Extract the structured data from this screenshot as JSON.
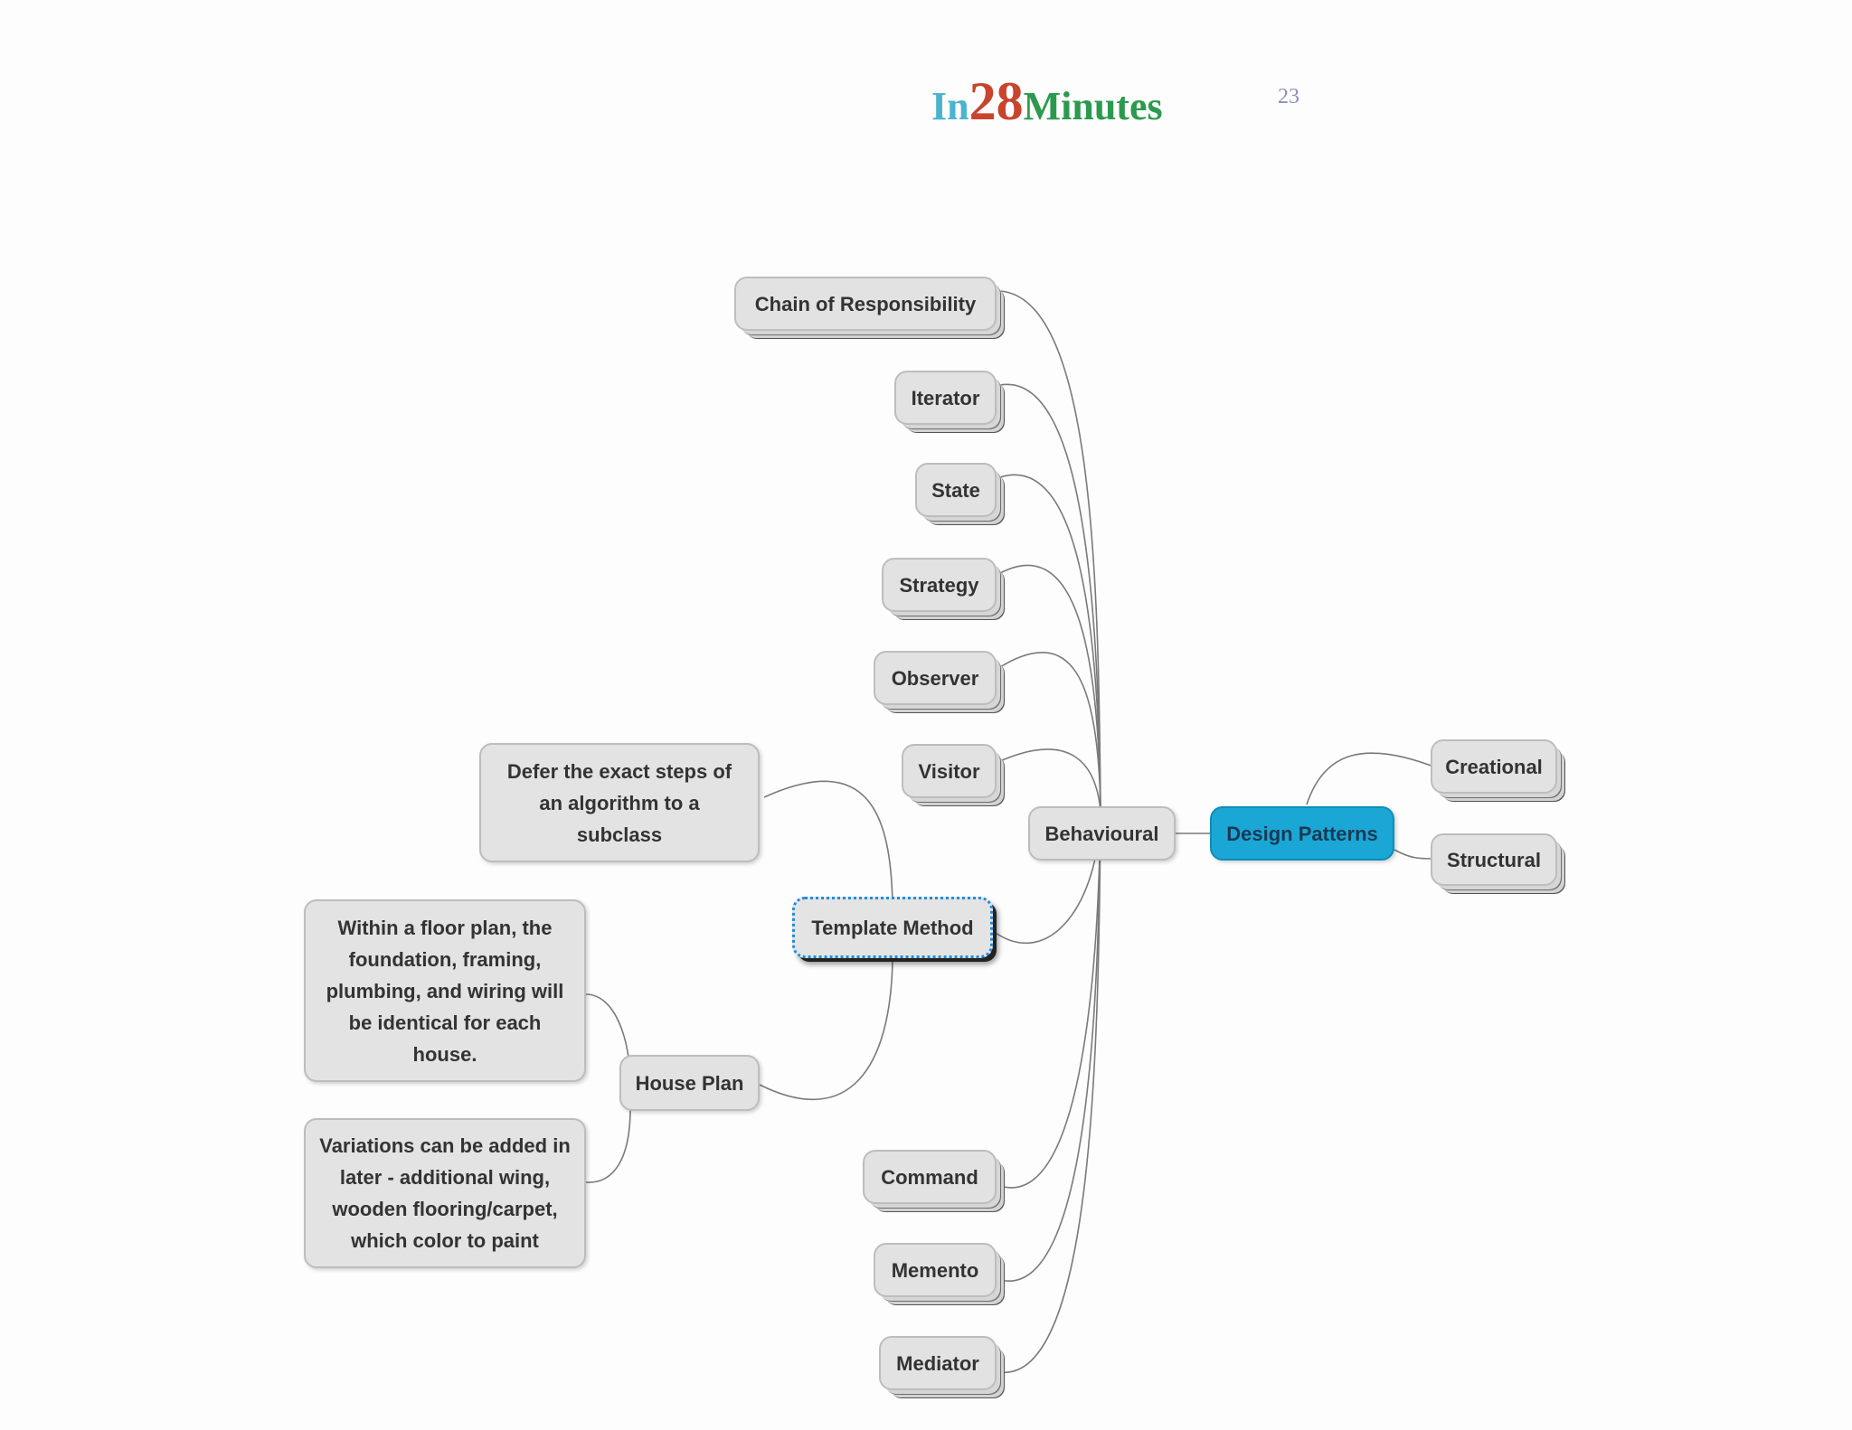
{
  "header": {
    "logo_part1": "In",
    "logo_part2": "28",
    "logo_part3": "Minutes",
    "page_number": "23"
  },
  "mindmap": {
    "root": "Design Patterns",
    "creational": "Creational",
    "structural": "Structural",
    "behavioural": "Behavioural",
    "behavioural_children": {
      "chain": "Chain of Responsibility",
      "iterator": "Iterator",
      "state": "State",
      "strategy": "Strategy",
      "observer": "Observer",
      "visitor": "Visitor",
      "template_method": "Template Method",
      "command": "Command",
      "memento": "Memento",
      "mediator": "Mediator"
    },
    "template_definition": "Defer the exact steps of an algorithm to a subclass",
    "house_plan": "House Plan",
    "house_plan_note1": "Within a floor plan, the foundation, framing, plumbing, and wiring will be identical for each house.",
    "house_plan_note2": "Variations can be added in later - additional wing, wooden flooring/carpet, which color to paint"
  },
  "colors": {
    "root_fill": "#1ba7d6",
    "node_fill": "#e2e2e2",
    "connector": "#7a7a7a",
    "selection_border": "#1e8ddb"
  }
}
